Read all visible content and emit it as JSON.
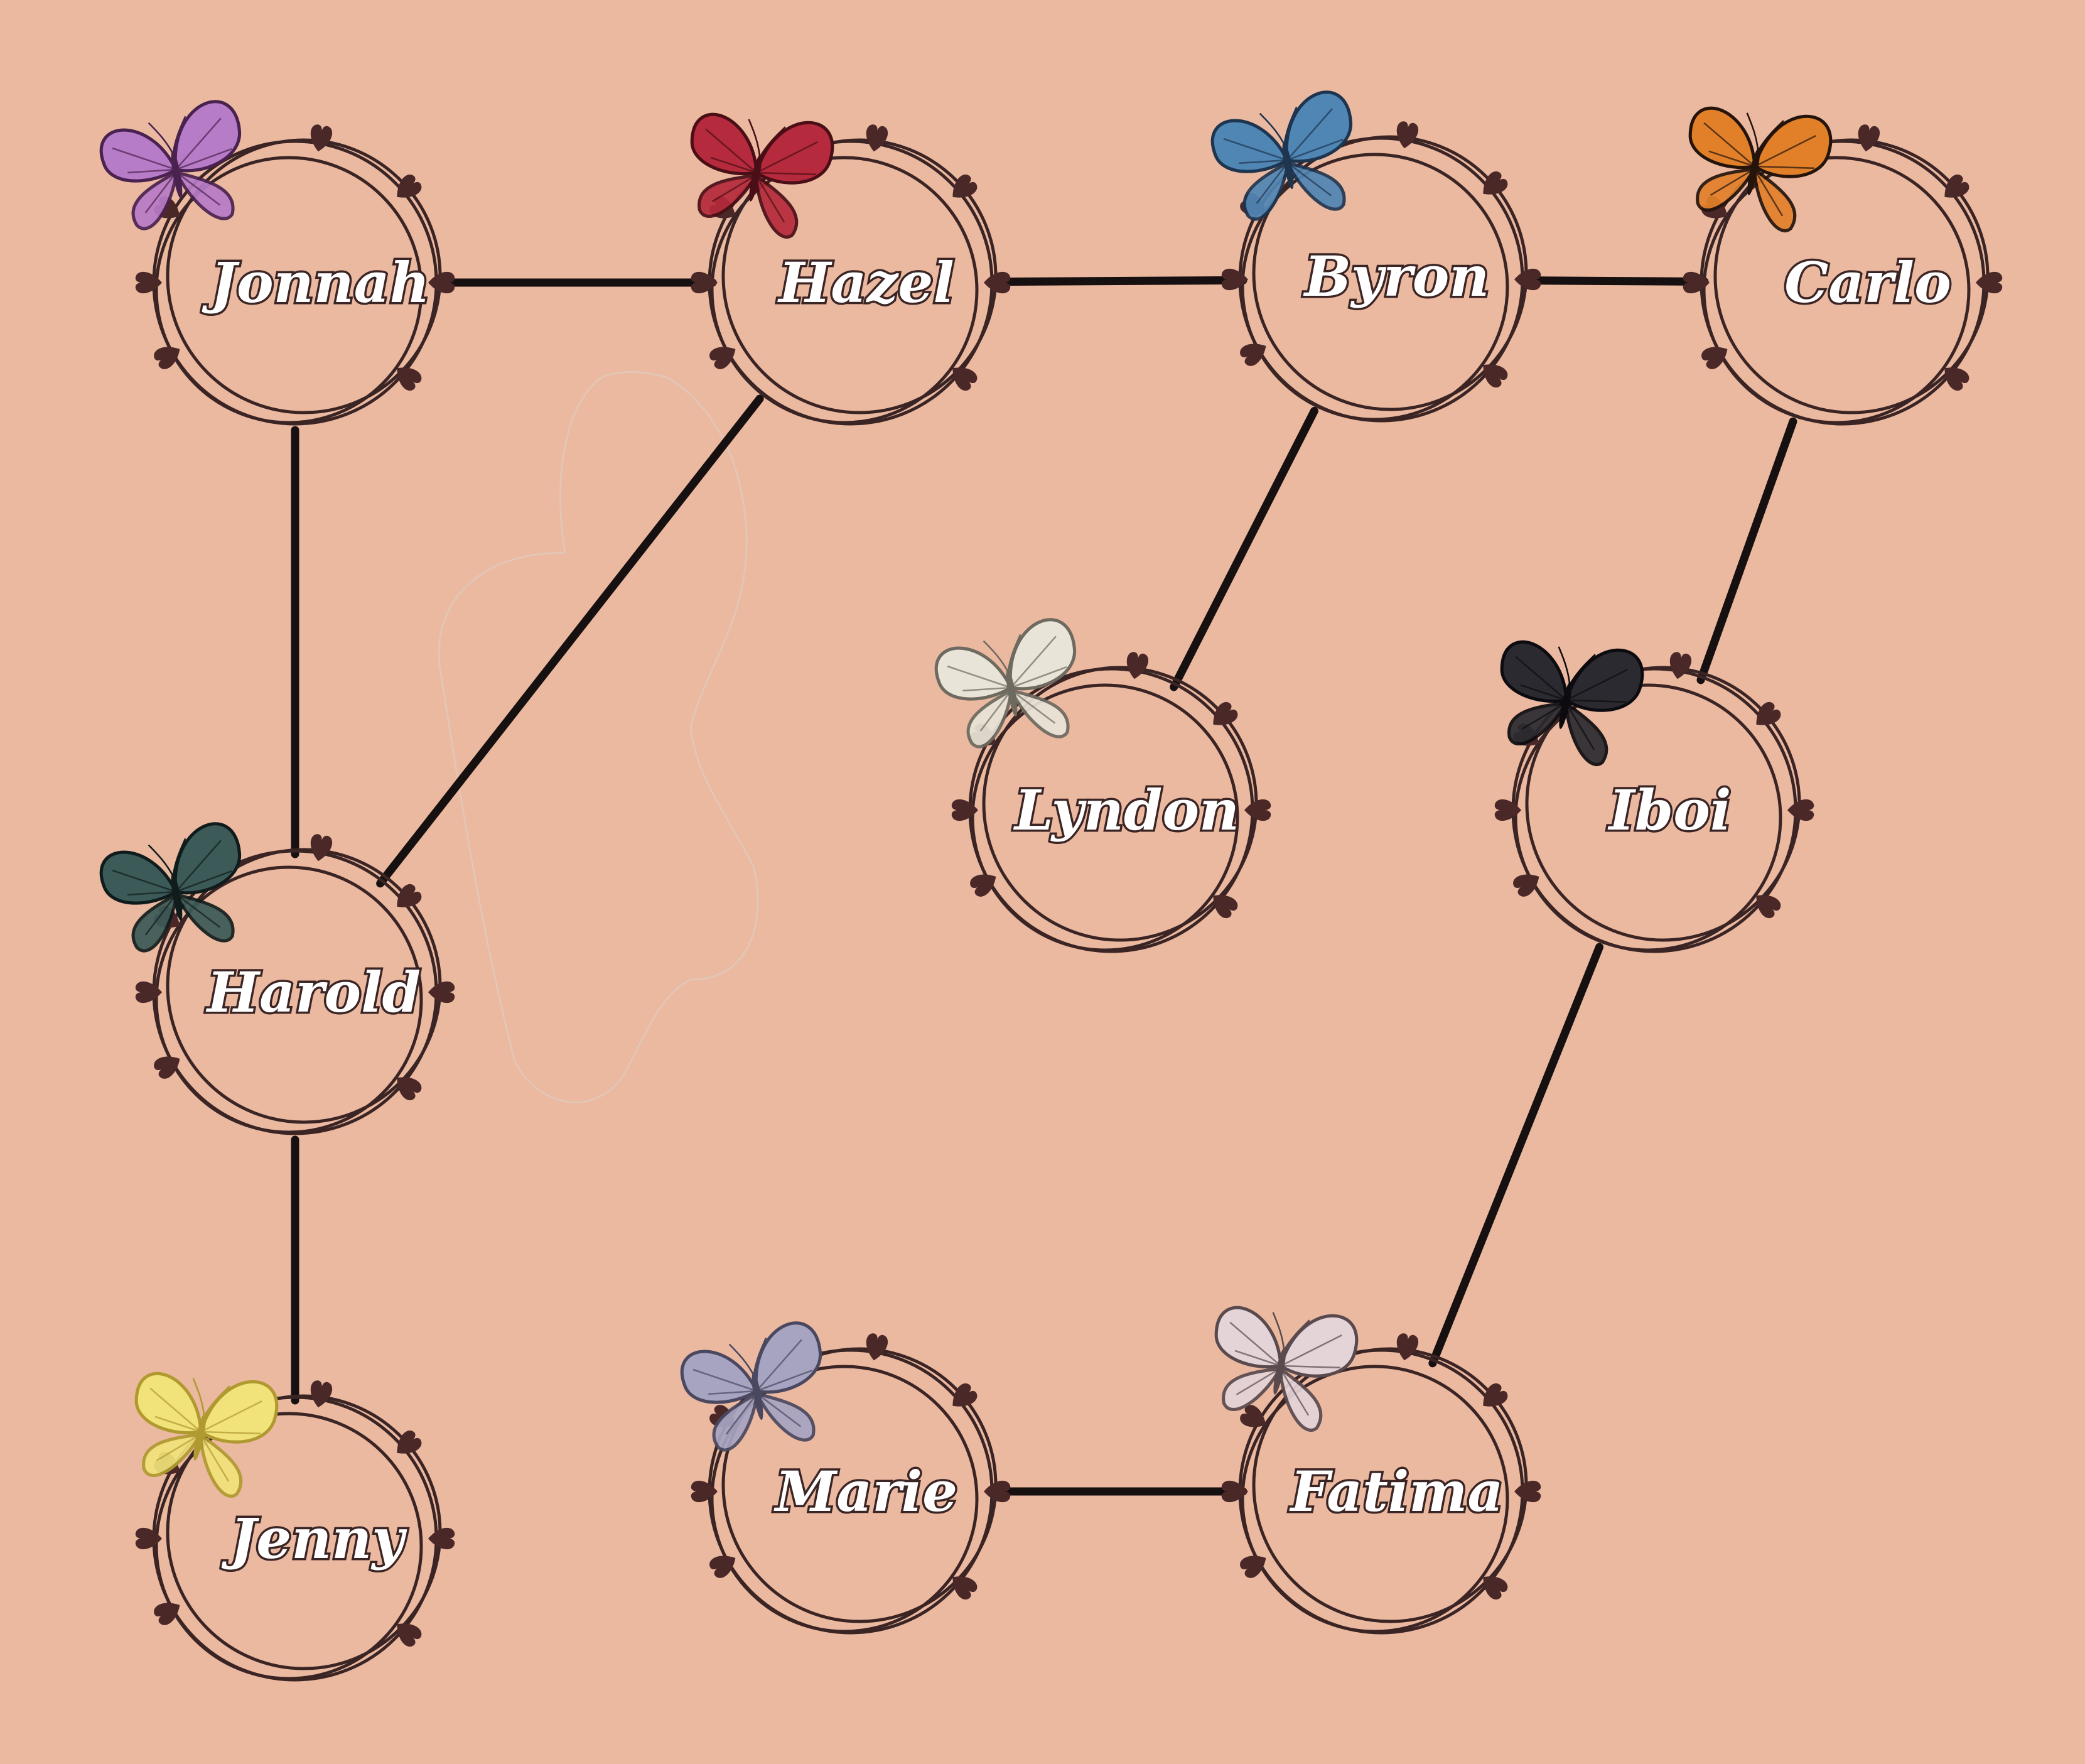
{
  "colors": {
    "background": "#ebb8a0",
    "edge": "#161010",
    "ring": "#3a2424",
    "heart": "#4a2828",
    "label_fill": "#ffffff",
    "label_outline": "#3a2424"
  },
  "nodes": [
    {
      "id": "jonnah",
      "label": "Jonnah",
      "butterfly": "butterfly-purple-icon",
      "butterfly_colors": [
        "#b77cc7",
        "#4a2250"
      ]
    },
    {
      "id": "hazel",
      "label": "Hazel",
      "butterfly": "butterfly-red-icon",
      "butterfly_colors": [
        "#b52a3c",
        "#4a0e16"
      ]
    },
    {
      "id": "byron",
      "label": "Byron",
      "butterfly": "butterfly-blue-icon",
      "butterfly_colors": [
        "#4f86b4",
        "#1e3550"
      ]
    },
    {
      "id": "carlo",
      "label": "Carlo",
      "butterfly": "butterfly-monarch-icon",
      "butterfly_colors": [
        "#e2802a",
        "#24140c"
      ]
    },
    {
      "id": "lyndon",
      "label": "Lyndon",
      "butterfly": "butterfly-white-icon",
      "butterfly_colors": [
        "#e8e4d8",
        "#6e6a60"
      ]
    },
    {
      "id": "iboi",
      "label": "Iboi",
      "butterfly": "butterfly-black-icon",
      "butterfly_colors": [
        "#2a2a30",
        "#0c0c10"
      ]
    },
    {
      "id": "harold",
      "label": "Harold",
      "butterfly": "butterfly-teal-icon",
      "butterfly_colors": [
        "#3c5a58",
        "#101c1c"
      ]
    },
    {
      "id": "jenny",
      "label": "Jenny",
      "butterfly": "butterfly-yellow-icon",
      "butterfly_colors": [
        "#f2e27a",
        "#b09a30"
      ]
    },
    {
      "id": "marie",
      "label": "Marie",
      "butterfly": "butterfly-lavender-icon",
      "butterfly_colors": [
        "#a7a4c2",
        "#4a4860"
      ]
    },
    {
      "id": "fatima",
      "label": "Fatima",
      "butterfly": "butterfly-pale-pink-icon",
      "butterfly_colors": [
        "#e4d4d8",
        "#5a4a4e"
      ]
    }
  ],
  "edges": [
    {
      "from": "jonnah",
      "to": "hazel"
    },
    {
      "from": "hazel",
      "to": "byron"
    },
    {
      "from": "byron",
      "to": "carlo"
    },
    {
      "from": "jonnah",
      "to": "harold"
    },
    {
      "from": "hazel",
      "to": "harold"
    },
    {
      "from": "harold",
      "to": "jenny"
    },
    {
      "from": "byron",
      "to": "lyndon"
    },
    {
      "from": "carlo",
      "to": "iboi"
    },
    {
      "from": "iboi",
      "to": "fatima"
    },
    {
      "from": "marie",
      "to": "fatima"
    }
  ]
}
